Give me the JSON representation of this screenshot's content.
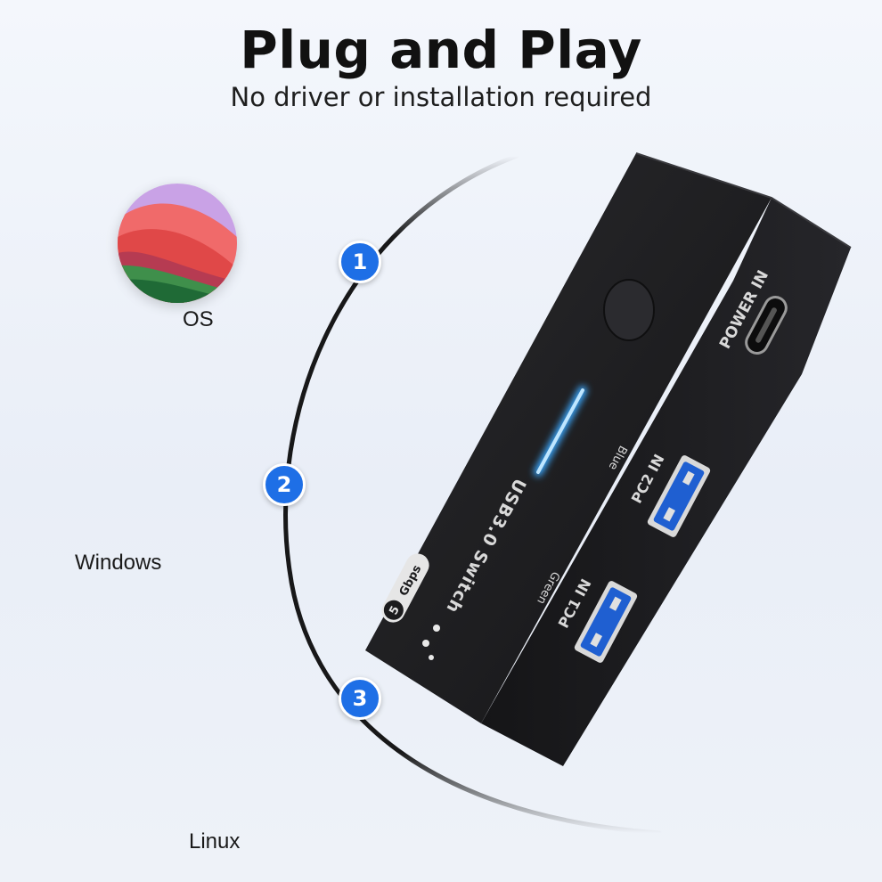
{
  "header": {
    "title": "Plug and Play",
    "subtitle": "No driver or installation required"
  },
  "os_list": [
    {
      "number": "1",
      "label": "OS"
    },
    {
      "number": "2",
      "label": "Windows"
    },
    {
      "number": "3",
      "label": "Linux"
    }
  ],
  "device": {
    "power_label": "POWER IN",
    "pc2_label": "PC2 IN",
    "pc1_label": "PC1 IN",
    "blue_label": "Blue",
    "green_label": "Green",
    "product_label": "USB3.0 Switch",
    "speed_badge": "5Gbps"
  },
  "colors": {
    "badge": "#1e6fe6",
    "device_body": "#1b1b1d",
    "led": "#3aa8ff",
    "usb_port": "#1f5fd1"
  }
}
